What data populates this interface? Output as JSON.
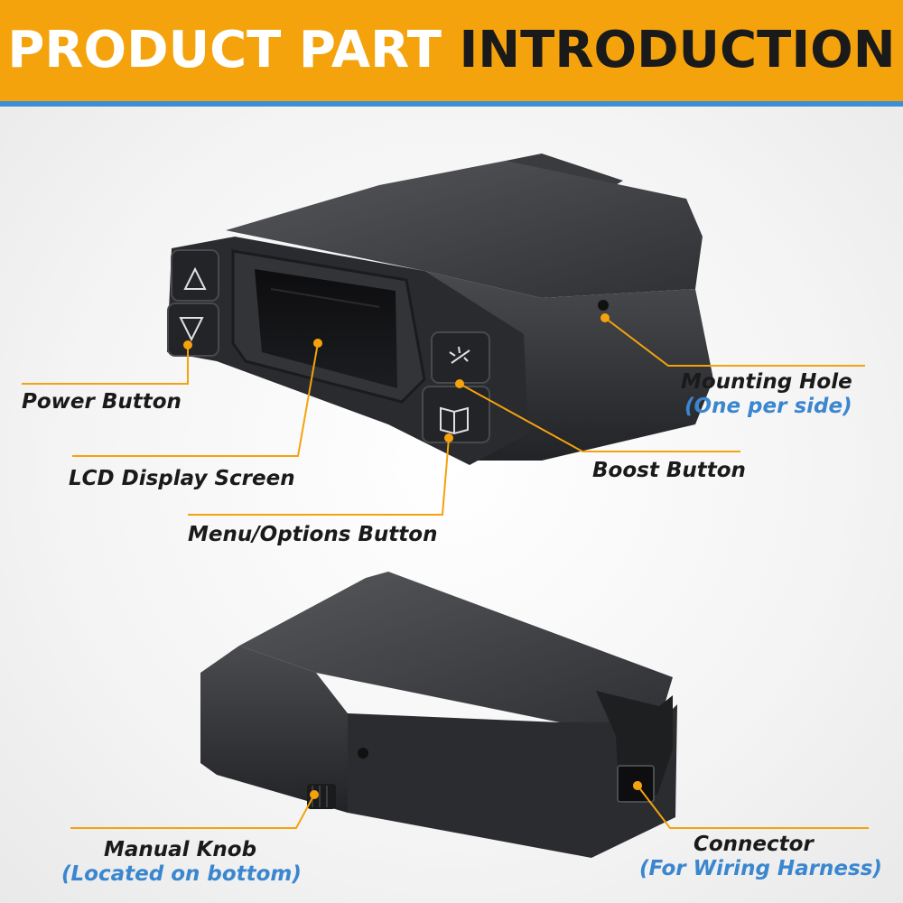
{
  "header": {
    "title_part1": "PRODUCT PART",
    "title_part2": "INTRODUCTION"
  },
  "labels": {
    "power_button": "Power Button",
    "lcd_display": "LCD Display Screen",
    "menu_button": "Menu/Options Button",
    "boost_button": "Boost Button",
    "mounting_hole": "Mounting Hole",
    "mounting_hole_note": "(One per side)",
    "manual_knob": "Manual Knob",
    "manual_knob_note": "(Located on bottom)",
    "connector": "Connector",
    "connector_note": "(For Wiring Harness)"
  },
  "colors": {
    "banner": "#f4a30d",
    "banner_line": "#3b8fd6",
    "callout_line": "#f4a30d",
    "note_text": "#3a86cf",
    "device_body": "#2e2f31"
  },
  "icons": [
    "up-arrow-icon",
    "down-arrow-icon",
    "boost-icon",
    "menu-book-icon"
  ]
}
